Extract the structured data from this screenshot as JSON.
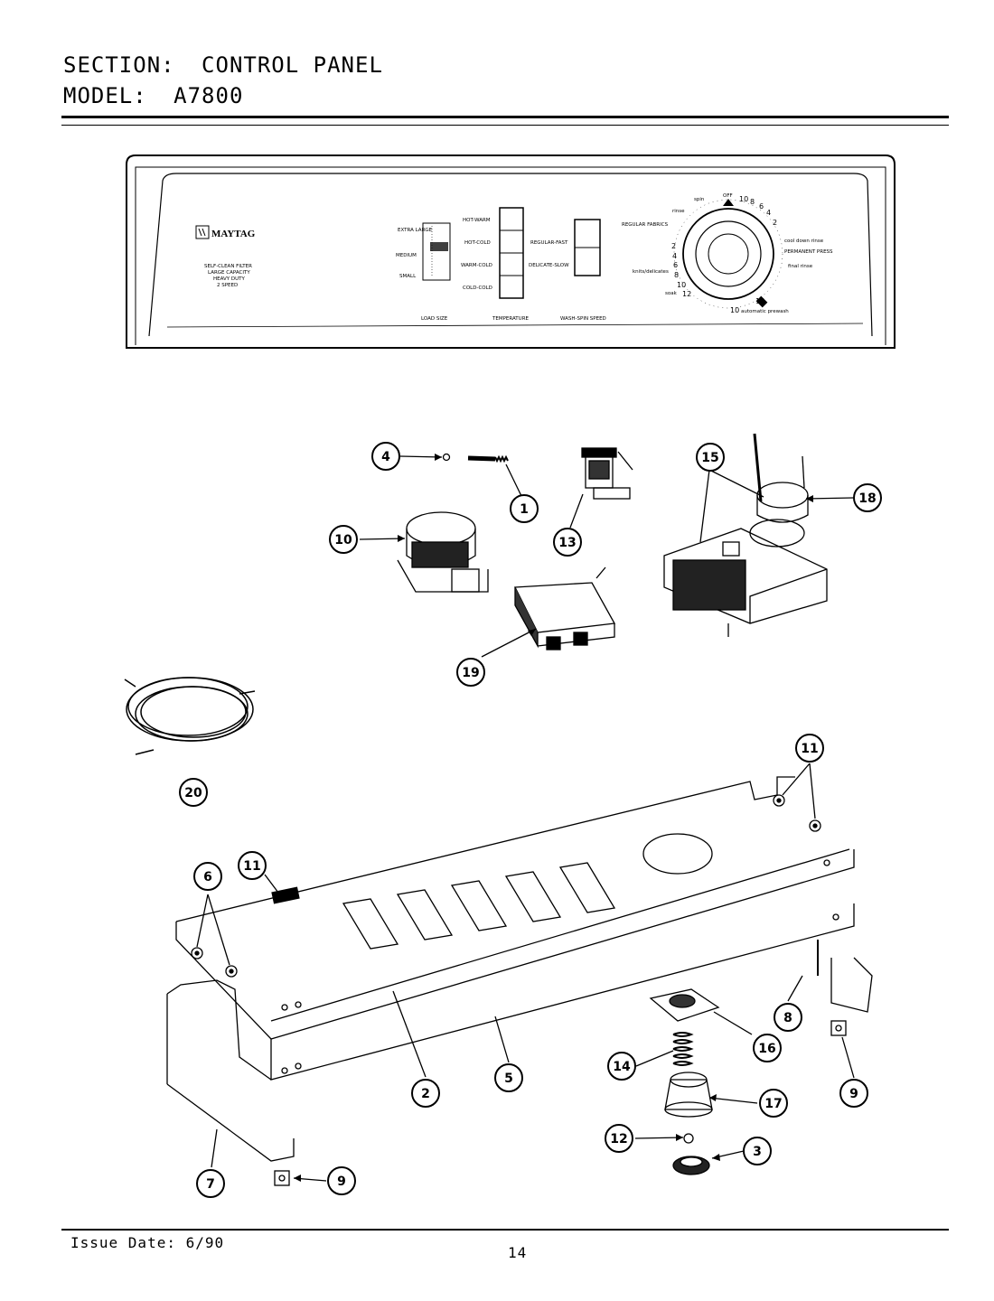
{
  "header": {
    "section_label": "SECTION:",
    "section_value": "CONTROL PANEL",
    "model_label": "MODEL:",
    "model_value": "A7800"
  },
  "control_panel": {
    "brand": "MAYTAG",
    "features": [
      "SELF-CLEAN FILTER",
      "LARGE CAPACITY",
      "HEAVY DUTY",
      "2 SPEED"
    ],
    "load_size_options": [
      "EXTRA LARGE",
      "MEDIUM",
      "SMALL"
    ],
    "temperature_options": [
      "HOT-WARM",
      "HOT-COLD",
      "WARM-COLD",
      "COLD-COLD"
    ],
    "speed_options": [
      "REGULAR-FAST",
      "DELICATE-SLOW"
    ],
    "bottom_labels": [
      "LOAD SIZE",
      "TEMPERATURE",
      "WASH-SPIN SPEED"
    ],
    "dial_labels": {
      "off": "OFF",
      "spin": "spin",
      "rinse": "rinse",
      "regular_fabrics": "REGULAR FABRICS",
      "permanent_press": "PERMANENT PRESS",
      "cool_down_rinse": "cool down rinse",
      "final_rinse": "final rinse",
      "knits_delicates": "knits/delicates",
      "soak": "soak",
      "automatic_prewash": "automatic prewash",
      "dial_numbers": [
        "10",
        "8",
        "6",
        "4",
        "2",
        "2",
        "4",
        "6",
        "8",
        "10",
        "12",
        "15",
        "10"
      ]
    }
  },
  "callouts": [
    "4",
    "1",
    "13",
    "15",
    "18",
    "10",
    "19",
    "20",
    "11",
    "6",
    "11",
    "8",
    "16",
    "14",
    "17",
    "12",
    "3",
    "2",
    "5",
    "7",
    "9",
    "9"
  ],
  "footer": {
    "issue_date": "Issue Date: 6/90",
    "page_number": "14"
  }
}
